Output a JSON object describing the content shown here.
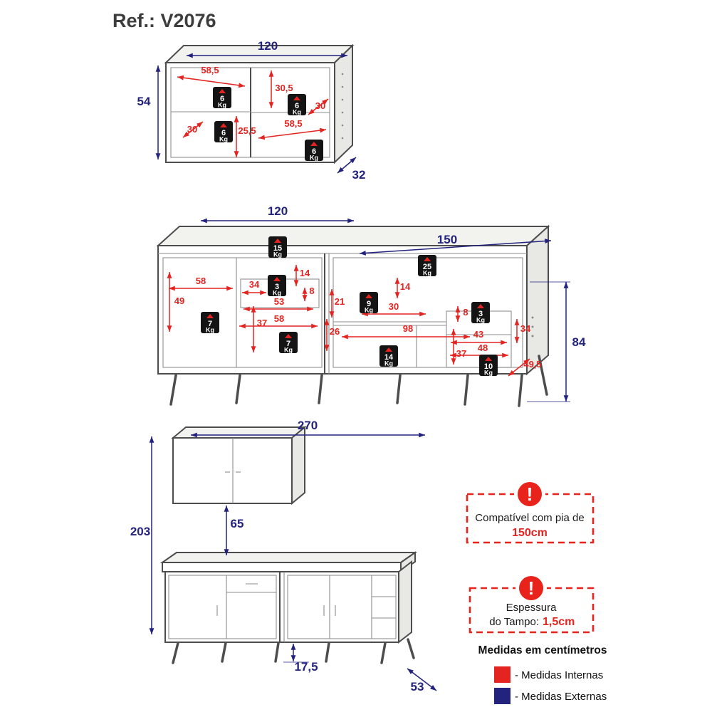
{
  "title": "Ref.: V2076",
  "colors": {
    "internal": "#e42420",
    "external": "#23237e",
    "badge": "#141414",
    "alert": "#e8231c"
  },
  "units": {
    "kg": "Kg"
  },
  "icons": {
    "exclamation": "!"
  },
  "dim_labels": {
    "external": [
      {
        "id": "wc_w",
        "value": "120"
      },
      {
        "id": "wc_h",
        "value": "54"
      },
      {
        "id": "wc_d",
        "value": "32"
      },
      {
        "id": "bc_w1",
        "value": "120"
      },
      {
        "id": "bc_w2",
        "value": "150"
      },
      {
        "id": "bc_h",
        "value": "84"
      },
      {
        "id": "as_w",
        "value": "270"
      },
      {
        "id": "as_h",
        "value": "203"
      },
      {
        "id": "as_gap",
        "value": "65"
      },
      {
        "id": "as_feet",
        "value": "17,5"
      },
      {
        "id": "as_d",
        "value": "53"
      }
    ],
    "internal": [
      {
        "id": "wc_i1",
        "value": "58,5"
      },
      {
        "id": "wc_i2",
        "value": "30,5"
      },
      {
        "id": "wc_i3",
        "value": "30"
      },
      {
        "id": "wc_i4",
        "value": "25,5"
      },
      {
        "id": "wc_i5",
        "value": "30"
      },
      {
        "id": "wc_i6",
        "value": "58,5"
      },
      {
        "id": "bc_i1",
        "value": "58"
      },
      {
        "id": "bc_i2",
        "value": "49"
      },
      {
        "id": "bc_i3",
        "value": "34"
      },
      {
        "id": "bc_i4",
        "value": "14"
      },
      {
        "id": "bc_i5",
        "value": "8"
      },
      {
        "id": "bc_i6",
        "value": "53"
      },
      {
        "id": "bc_i7",
        "value": "58"
      },
      {
        "id": "bc_i8",
        "value": "37"
      },
      {
        "id": "bc_i9",
        "value": "21"
      },
      {
        "id": "bc_i10",
        "value": "14"
      },
      {
        "id": "bc_i11",
        "value": "30"
      },
      {
        "id": "bc_i12",
        "value": "26"
      },
      {
        "id": "bc_i13",
        "value": "98"
      },
      {
        "id": "bc_i14",
        "value": "8"
      },
      {
        "id": "bc_i15",
        "value": "43"
      },
      {
        "id": "bc_i16",
        "value": "48"
      },
      {
        "id": "bc_i17",
        "value": "37"
      },
      {
        "id": "bc_i18",
        "value": "34"
      },
      {
        "id": "bc_i19",
        "value": "49,5"
      }
    ]
  },
  "weight_badges": [
    {
      "id": "wb1",
      "value": "6"
    },
    {
      "id": "wb2",
      "value": "6"
    },
    {
      "id": "wb3",
      "value": "6"
    },
    {
      "id": "wb4",
      "value": "6"
    },
    {
      "id": "wb5",
      "value": "15"
    },
    {
      "id": "wb6",
      "value": "25"
    },
    {
      "id": "wb7",
      "value": "3"
    },
    {
      "id": "wb8",
      "value": "7"
    },
    {
      "id": "wb9",
      "value": "7"
    },
    {
      "id": "wb10",
      "value": "9"
    },
    {
      "id": "wb11",
      "value": "14"
    },
    {
      "id": "wb12",
      "value": "3"
    },
    {
      "id": "wb13",
      "value": "10"
    }
  ],
  "notes": [
    {
      "lines": [
        "Compatível com pia de"
      ],
      "highlight": "150cm"
    },
    {
      "lines": [
        "Espessura",
        "do Tampo:"
      ],
      "highlight": "1,5cm"
    }
  ],
  "legend": {
    "title": "Medidas em centímetros",
    "items": [
      {
        "label": "- Medidas Internas",
        "color": "#e42420"
      },
      {
        "label": "- Medidas Externas",
        "color": "#23237e"
      }
    ]
  }
}
